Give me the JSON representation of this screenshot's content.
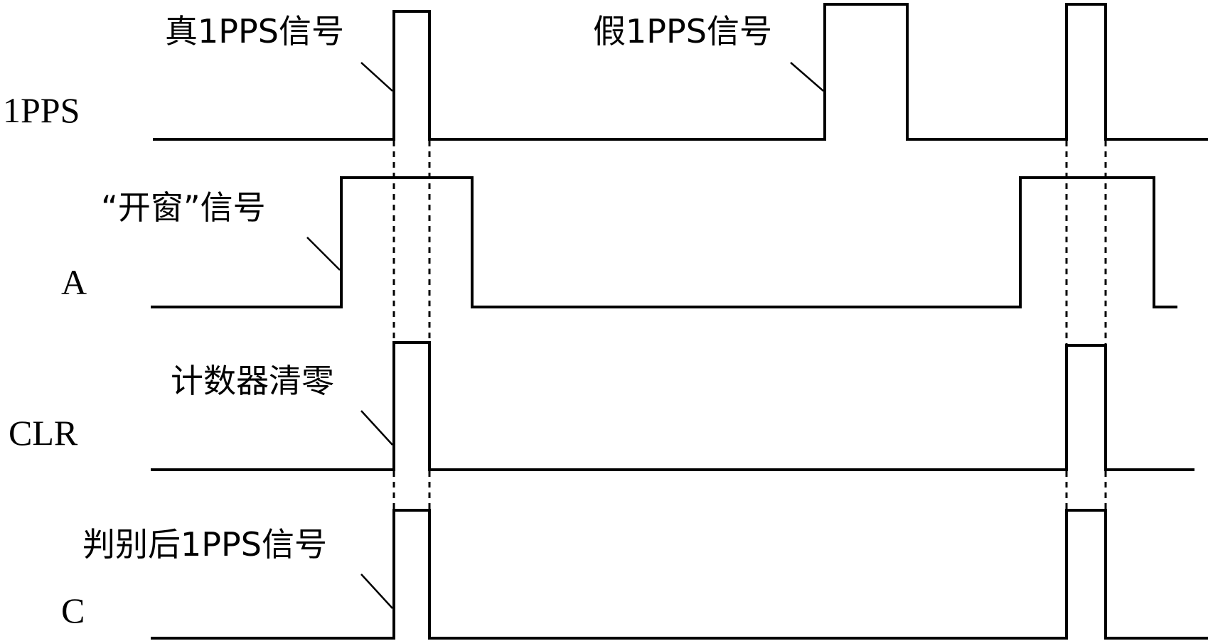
{
  "signals": [
    {
      "id": "pps",
      "label": "1PPS"
    },
    {
      "id": "a",
      "label": "A"
    },
    {
      "id": "clr",
      "label": "CLR"
    },
    {
      "id": "c",
      "label": "C"
    }
  ],
  "annotations": {
    "true_pps": "真1PPS信号",
    "false_pps": "假1PPS信号",
    "window": "“开窗”信号",
    "counter_clear": "计数器清零",
    "judged_pps": "判别后1PPS信号"
  }
}
